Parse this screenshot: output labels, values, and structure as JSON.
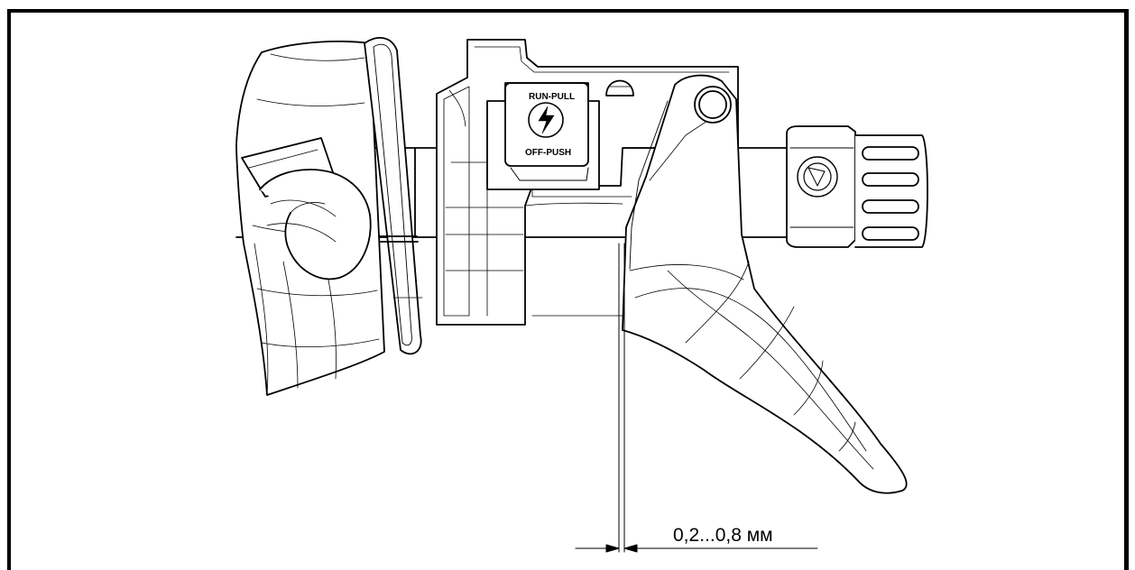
{
  "drawing": {
    "dimension_label": "0,2...0,8 мм",
    "switch_label_top": "RUN-PULL",
    "switch_label_bottom": "OFF-PUSH"
  }
}
